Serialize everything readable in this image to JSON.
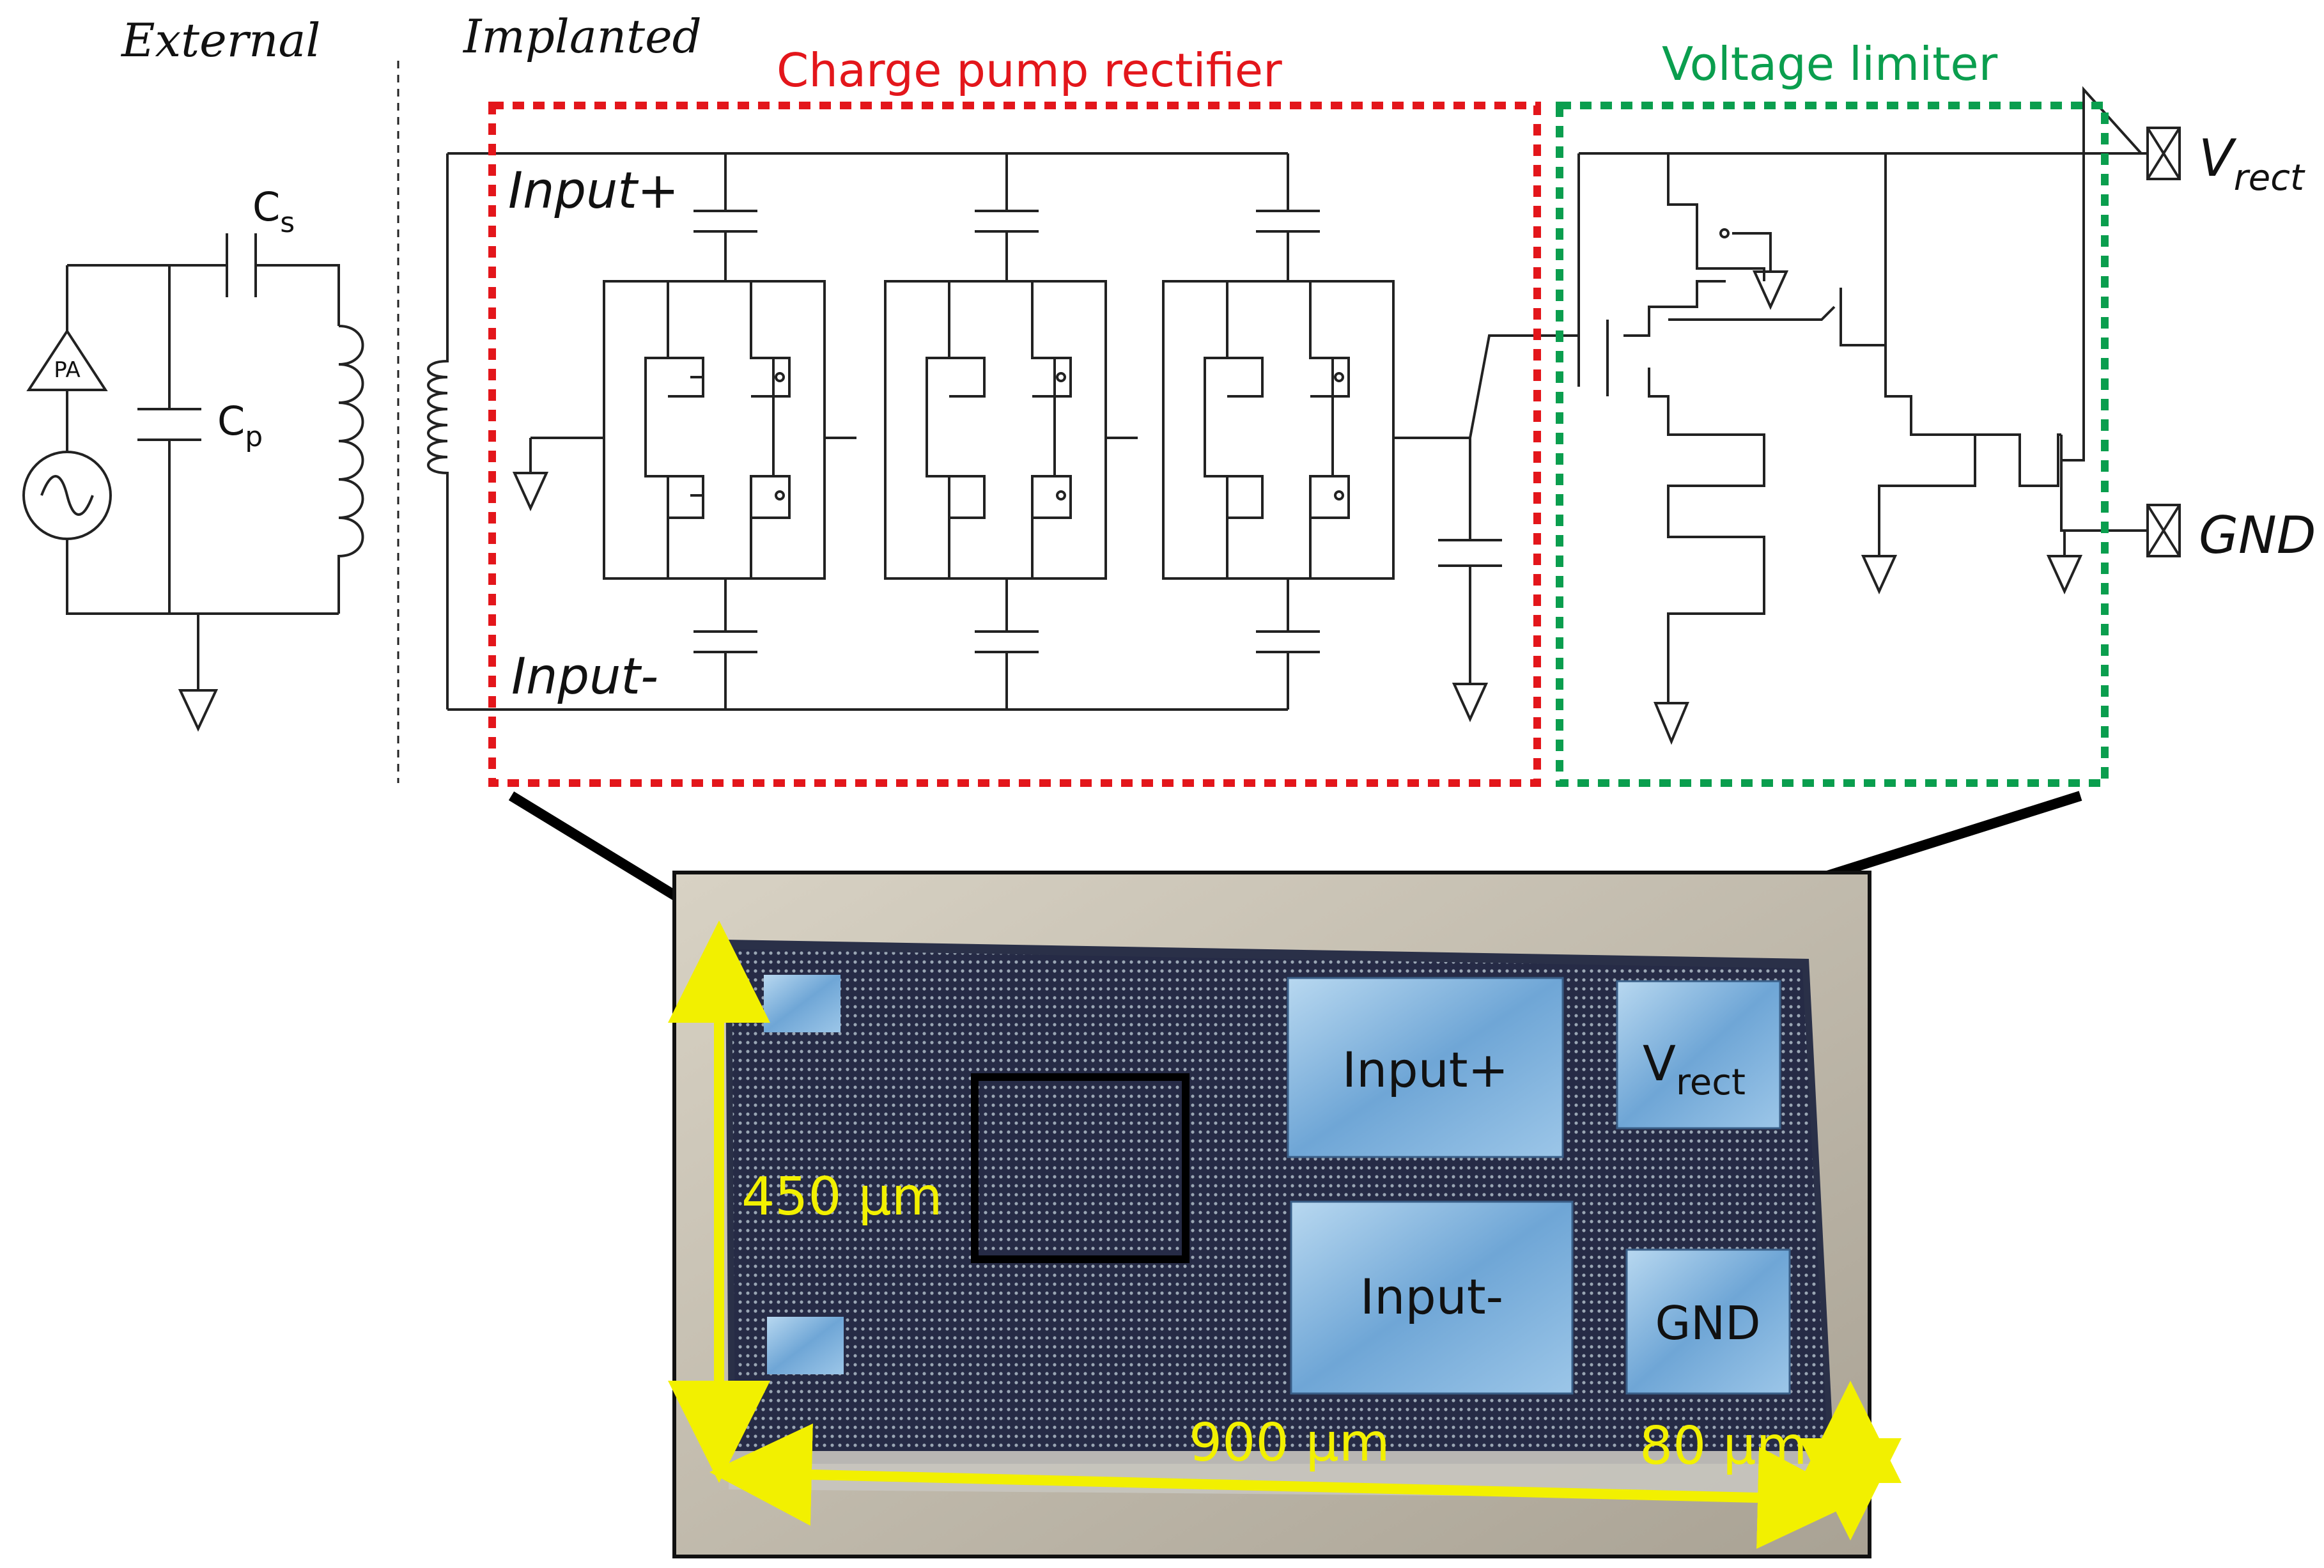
{
  "labels": {
    "external": "External",
    "implanted": "Implanted",
    "charge_pump_title": "Charge pump rectifier",
    "voltage_limiter_title": "Voltage limiter",
    "input_plus": "Input+",
    "input_minus": "Input-",
    "pa": "PA",
    "cs_main": "C",
    "cs_sub": "s",
    "cp_main": "C",
    "cp_sub": "p",
    "vrect_main": "V",
    "vrect_sub": "rect",
    "gnd": "GND"
  },
  "chip": {
    "pad_input_plus": "Input+",
    "pad_input_minus": "Input-",
    "pad_vrect_main": "V",
    "pad_vrect_sub": "rect",
    "pad_gnd": "GND",
    "dim_height": "450 µm",
    "dim_width": "900 µm",
    "dim_thickness": "80 µm"
  },
  "colors": {
    "charge_pump_box": "#e3161b",
    "voltage_limiter_box": "#0a9e4e",
    "dimension_arrows": "#f2f000",
    "wire": "#222222"
  }
}
